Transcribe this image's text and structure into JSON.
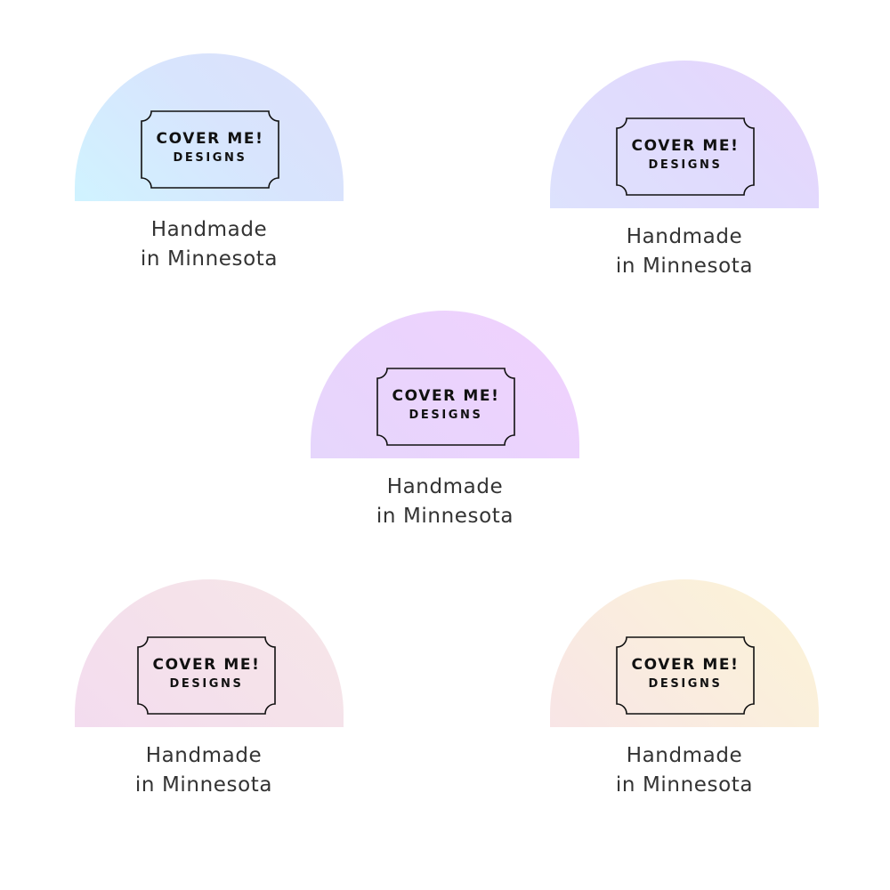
{
  "badges": [
    {
      "logo_line1": "COVER ME!",
      "logo_line2": "DESIGNS",
      "caption_line1": "Handmade",
      "caption_line2": "in Minnesota",
      "gradient": [
        "#d0f3ff",
        "#dde0fb"
      ]
    },
    {
      "logo_line1": "COVER ME!",
      "logo_line2": "DESIGNS",
      "caption_line1": "Handmade",
      "caption_line2": "in Minnesota",
      "gradient": [
        "#dde2fd",
        "#e8d5fc"
      ]
    },
    {
      "logo_line1": "COVER ME!",
      "logo_line2": "DESIGNS",
      "caption_line1": "Handmade",
      "caption_line2": "in Minnesota",
      "gradient": [
        "#e6d6fc",
        "#f1d2fd"
      ]
    },
    {
      "logo_line1": "COVER ME!",
      "logo_line2": "DESIGNS",
      "caption_line1": "Handmade",
      "caption_line2": "in Minnesota",
      "gradient": [
        "#f3dcef",
        "#f6e7e8"
      ]
    },
    {
      "logo_line1": "COVER ME!",
      "logo_line2": "DESIGNS",
      "caption_line1": "Handmade",
      "caption_line2": "in Minnesota",
      "gradient": [
        "#f8e5e6",
        "#fcf4d6"
      ]
    }
  ],
  "colors": {
    "logo_ink": "#111111",
    "caption_text": "#333333",
    "background": "#ffffff"
  }
}
